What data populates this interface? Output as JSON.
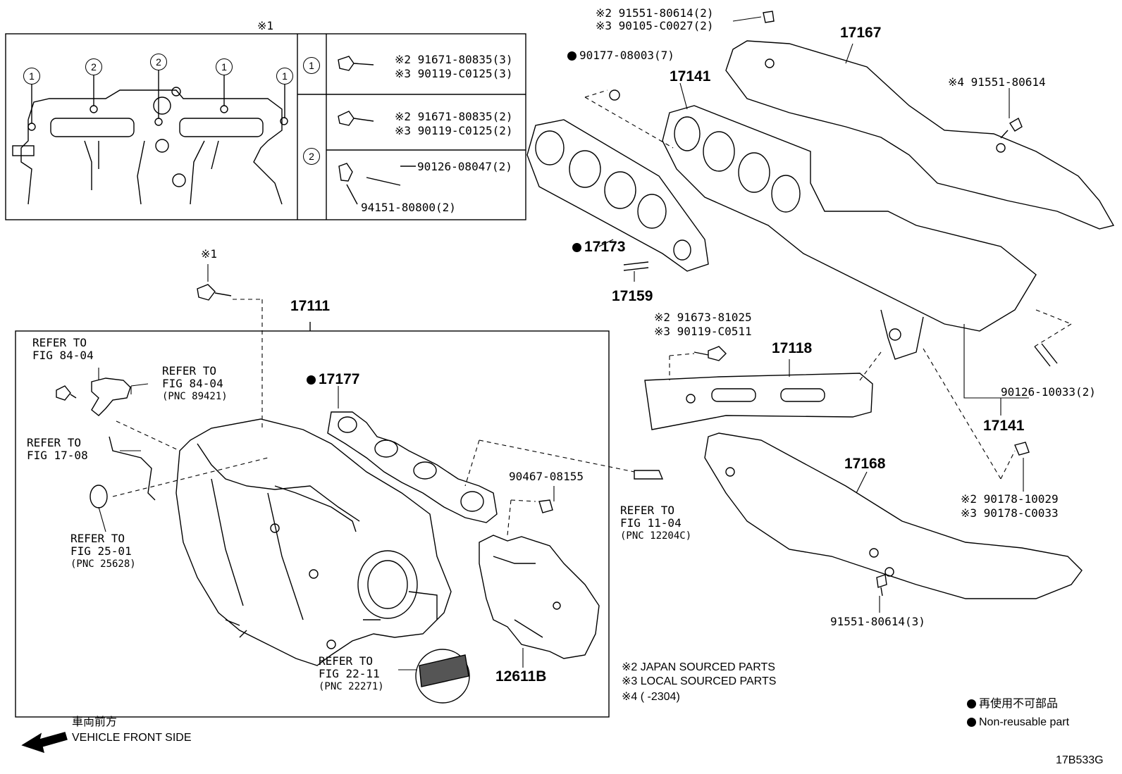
{
  "diagram": {
    "figure_code": "17B533G",
    "direction": {
      "jp": "車両前方",
      "en": "VEHICLE FRONT SIDE"
    },
    "legend": {
      "jp": "再使用不可部品",
      "en": "Non-reusable part"
    },
    "notes": [
      "※2  JAPAN SOURCED PARTS",
      "※3  LOCAL SOURCED PARTS",
      "※4 (        -2304)"
    ],
    "detail": {
      "title": "※1",
      "callout_1": "1",
      "callout_2": "2",
      "row1": [
        "※2 91671-80835(3)",
        "※3 90119-C0125(3)"
      ],
      "row2": [
        "※2 91671-80835(2)",
        "※3 90119-C0125(2)",
        "90126-08047(2)",
        "94151-80800(2)"
      ]
    },
    "labels": {
      "p17167": "17167",
      "p91551_80614_top": "※2 91551-80614(2)",
      "p90105": "※3 90105-C0027(2)",
      "p90177": "90177-08003(7)",
      "p17141_top": "17141",
      "p91551_80614_r": "※4 91551-80614",
      "p17173": "17173",
      "p17159": "17159",
      "p91673": "※2 91673-81025",
      "p90119_c0511": "※3 90119-C0511",
      "p17118": "17118",
      "p90126_10033": "90126-10033(2)",
      "p17141_bot": "17141",
      "p17168": "17168",
      "p90178_10029": "※2 90178-10029",
      "p90178_c0033": "※3 90178-C0033",
      "p91551_80614_bot": "91551-80614(3)",
      "p17111": "17111",
      "p_x1": "※1",
      "refer_84_04_a": [
        "REFER TO",
        "FIG 84-04"
      ],
      "refer_84_04_b": [
        "REFER TO",
        "FIG 84-04",
        "(PNC 89421)"
      ],
      "p17177": "17177",
      "refer_17_08": [
        "REFER TO",
        "FIG 17-08"
      ],
      "refer_25_01": [
        "REFER TO",
        "FIG 25-01",
        "(PNC 25628)"
      ],
      "p90467": "90467-08155",
      "refer_11_04": [
        "REFER TO",
        "FIG 11-04",
        "(PNC 12204C)"
      ],
      "refer_22_11": [
        "REFER TO",
        "FIG 22-11",
        "(PNC 22271)"
      ],
      "p12611B": "12611B"
    }
  }
}
